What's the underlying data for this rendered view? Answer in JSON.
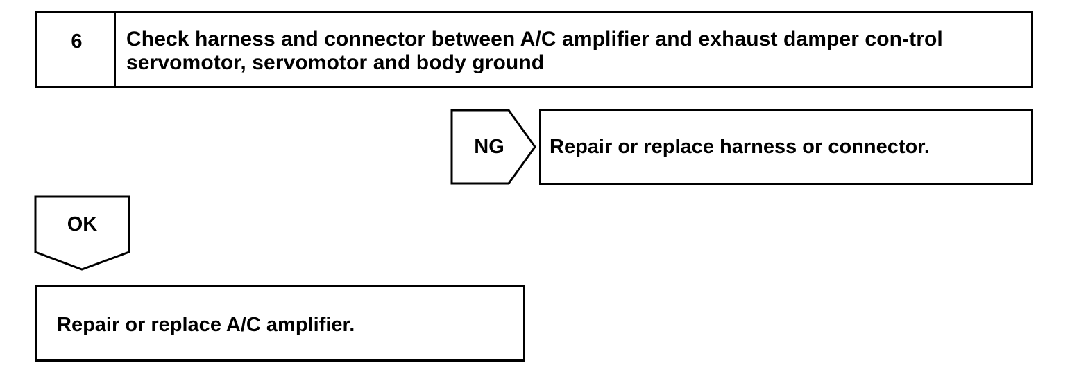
{
  "step": {
    "number": "6",
    "title": "Check harness and connector between A/C amplifier and exhaust damper con-trol servomotor, servomotor and body ground"
  },
  "ng_branch": {
    "label": "NG",
    "action": "Repair or replace harness or connector."
  },
  "ok_branch": {
    "label": "OK",
    "action": "Repair or replace A/C amplifier."
  }
}
